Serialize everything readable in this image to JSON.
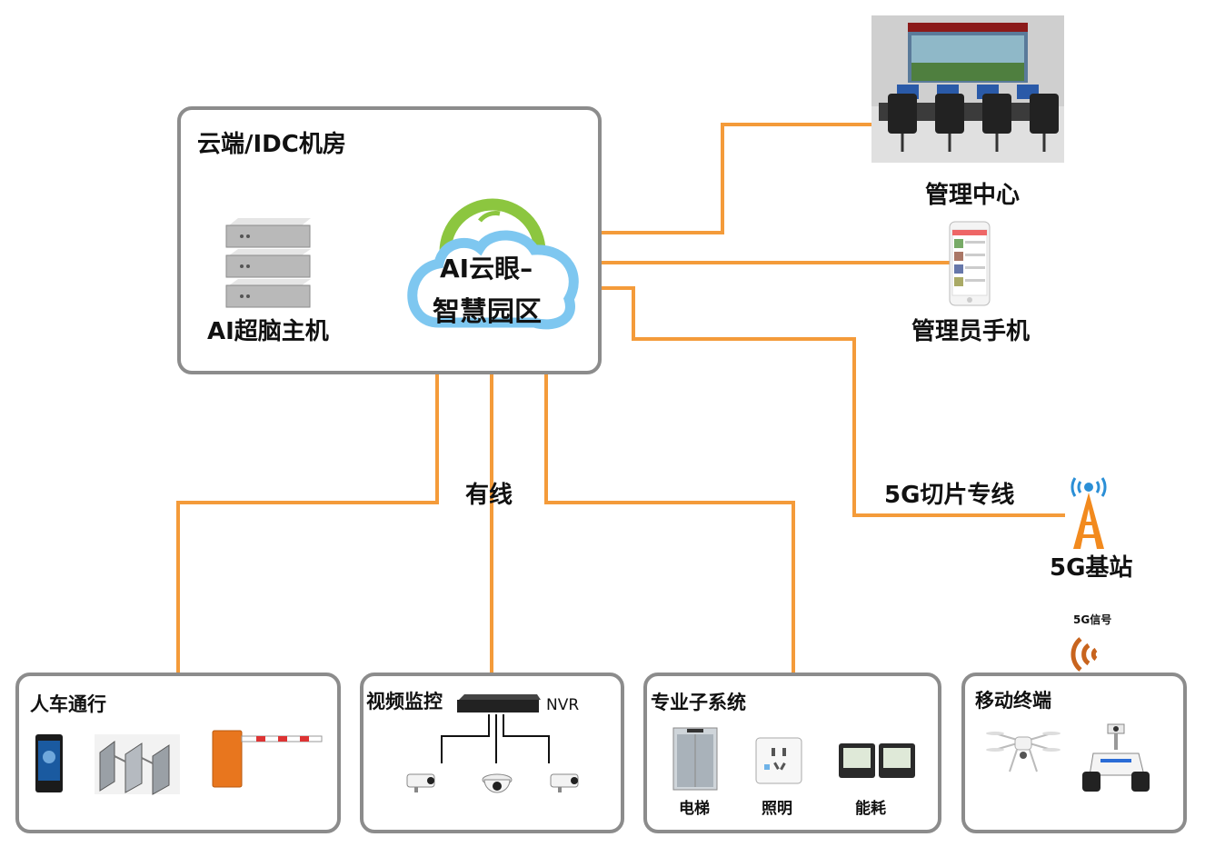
{
  "colors": {
    "connector": "#F49B3A",
    "box_border": "#8C8C8C",
    "cloud_inner": "#1E9BD8",
    "cloud_top": "#8CC63F"
  },
  "cloud_zone": {
    "title": "云端/IDC机房"
  },
  "server": {
    "label": "AI超脑主机",
    "icon": "server-stack-icon"
  },
  "platform": {
    "line1": "AI云眼–",
    "line2": "智慧园区",
    "icon": "cloud-icon"
  },
  "mgmt_center": {
    "label": "管理中心",
    "icon": "control-room-photo"
  },
  "admin_phone": {
    "label": "管理员手机",
    "icon": "smartphone-icon"
  },
  "links": {
    "wired": "有线",
    "slice": "5G切片专线"
  },
  "base_station": {
    "label": "5G基站",
    "icon": "cell-tower-icon"
  },
  "signal": {
    "label": "5G信号",
    "icon": "wireless-signal-icon"
  },
  "subsystems": {
    "access": {
      "title": "人车通行",
      "icons": [
        "face-terminal-icon",
        "turnstile-gate-icon",
        "barrier-gate-icon"
      ]
    },
    "video": {
      "title": "视频监控",
      "nvr_label": "NVR",
      "icons": [
        "nvr-icon",
        "bullet-camera-icon",
        "dome-camera-icon",
        "bullet-camera-icon"
      ]
    },
    "professional": {
      "title": "专业子系统",
      "items": [
        "电梯",
        "照明",
        "能耗"
      ]
    },
    "mobile": {
      "title": "移动终端",
      "icons": [
        "drone-icon",
        "patrol-robot-icon"
      ]
    }
  }
}
